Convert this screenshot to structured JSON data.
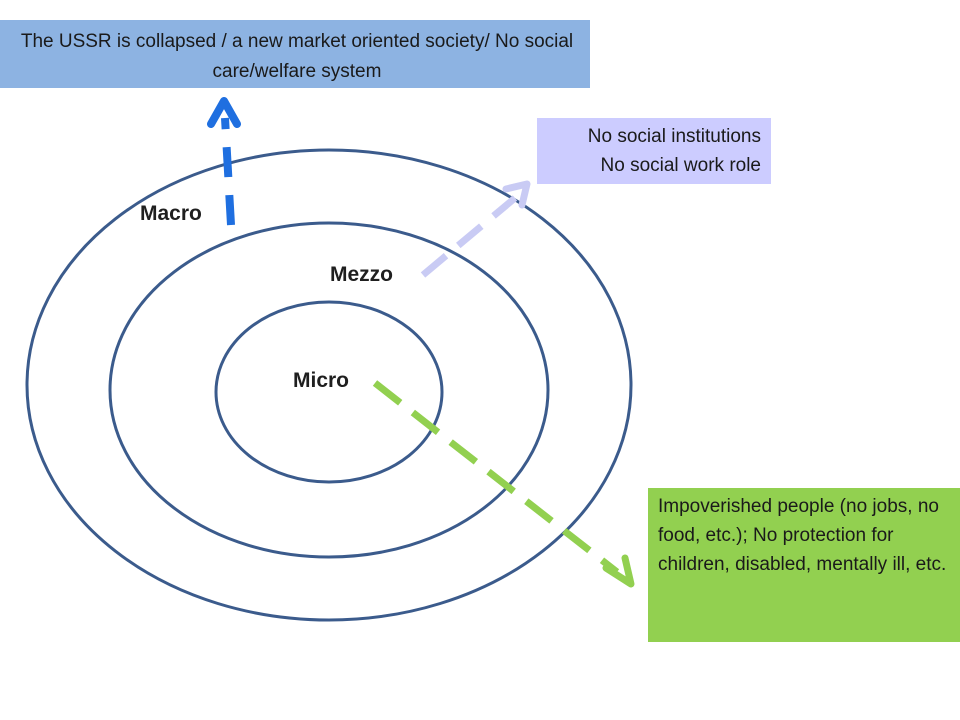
{
  "levels": {
    "macro": "Macro",
    "mezzo": "Mezzo",
    "micro": "Micro"
  },
  "boxes": {
    "macro": {
      "text": "The USSR is collapsed / a new market oriented society/ No social care/welfare system",
      "color": "#8DB3E2"
    },
    "mezzo": {
      "lines": [
        "No social institutions",
        "No social work role"
      ],
      "color": "#CCCCFF"
    },
    "micro": {
      "text": "Impoverished people (no jobs, no food, etc.); No protection for children, disabled, mentally ill, etc.",
      "color": "#92D050"
    }
  },
  "colors": {
    "ellipse_stroke": "#3B5B8C",
    "arrow_macro": "#1F6FE0",
    "arrow_mezzo": "#C9CBF4",
    "arrow_micro": "#92D050"
  }
}
